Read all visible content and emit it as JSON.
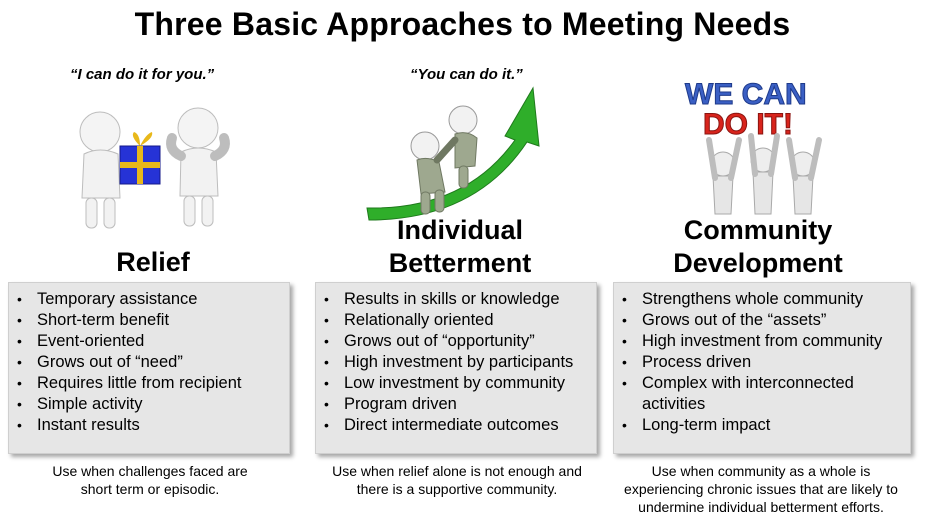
{
  "title": "Three Basic Approaches to Meeting Needs",
  "columns": [
    {
      "quote": "“I can do it for you.”",
      "heading_lines": [
        "Relief"
      ],
      "bullets": [
        "Temporary assistance",
        "Short-term benefit",
        "Event-oriented",
        "Grows out of “need”",
        "Requires little from recipient",
        "Simple activity",
        "Instant results"
      ],
      "note_lines": [
        "Use when challenges faced are",
        "short term or episodic."
      ]
    },
    {
      "quote": "“You can do it.”",
      "heading_lines": [
        "Individual",
        "Betterment"
      ],
      "bullets": [
        "Results in skills or knowledge",
        "Relationally oriented",
        "Grows out of “opportunity”",
        "High investment by participants",
        "Low investment by community",
        "Program driven",
        "Direct intermediate outcomes"
      ],
      "note_lines": [
        "Use when relief alone is not enough and",
        "there is a supportive community."
      ]
    },
    {
      "quote": "",
      "heading_lines": [
        "Community",
        "Development"
      ],
      "bullets": [
        "Strengthens whole community",
        "Grows out of the “assets”",
        "High investment from community",
        "Process driven",
        "Complex with interconnected activities",
        "Long-term impact"
      ],
      "note_lines": [
        "Use when community as a whole is",
        "experiencing chronic issues that are likely to",
        "undermine individual betterment efforts."
      ]
    }
  ],
  "sign_text": {
    "line1": "WE CAN",
    "line2": "DO IT!"
  },
  "colors": {
    "arrow_green": "#2fae2a",
    "gift_blue": "#2633d6",
    "sign_red": "#d8241c",
    "sign_blue": "#3a5fc4"
  }
}
